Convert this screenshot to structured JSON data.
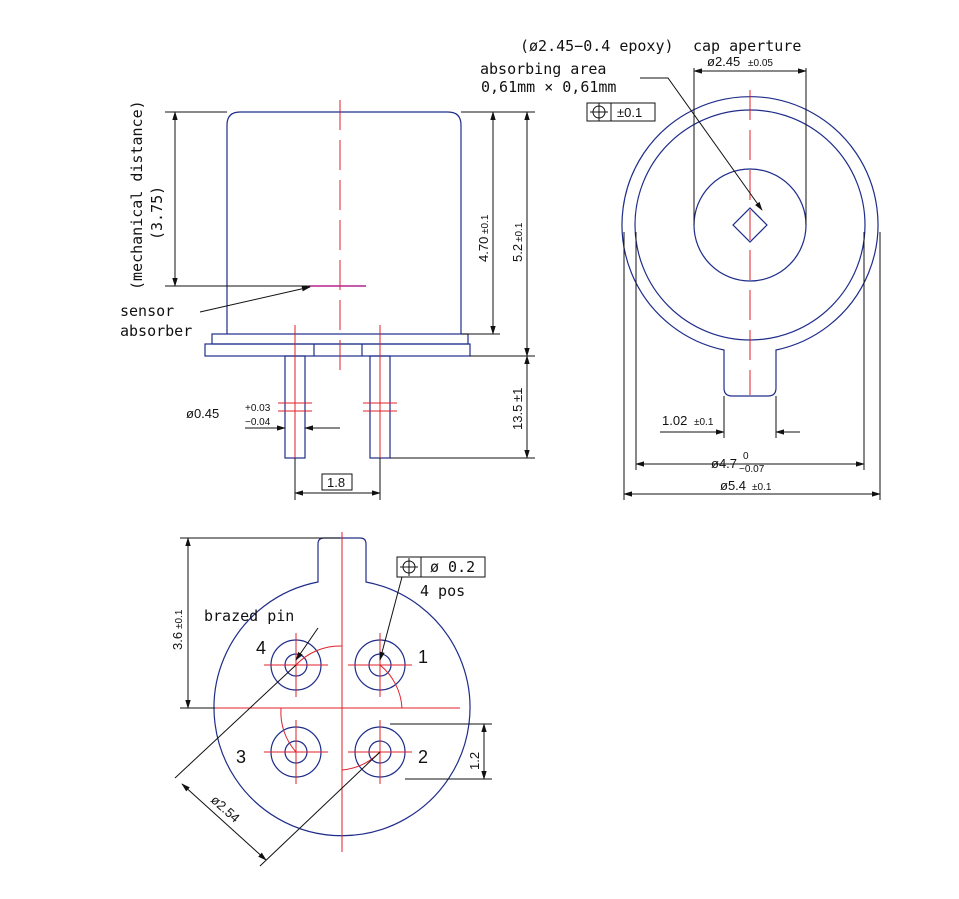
{
  "side_view": {
    "mechanical_distance_line1": "(mechanical distance)",
    "mechanical_distance_line2": "(3.75)",
    "sensor_label_line1": "sensor",
    "sensor_label_line2": "absorber",
    "dim_height_cap": "4.70",
    "dim_height_cap_tol": "±0.1",
    "dim_height_total": "5.2",
    "dim_height_total_tol": "±0.1",
    "dim_pin_length": "13.5",
    "dim_pin_length_tol": "±1",
    "dim_pin_diameter": "ø0.45",
    "dim_pin_diameter_tol_upper": "+0.03",
    "dim_pin_diameter_tol_lower": "−0.04",
    "dim_pin_spacing": "1.8"
  },
  "top_view": {
    "epoxy_note": "(ø2.45−0.4 epoxy)",
    "cap_aperture_label": "cap aperture",
    "absorbing_area_line1": "absorbing area",
    "absorbing_area_line2": "0,61mm × 0,61mm",
    "position_tolerance": "±0.1",
    "dim_aperture": "ø2.45",
    "dim_aperture_tol": "±0.05",
    "dim_tab_width": "1.02",
    "dim_tab_width_tol": "±0.1",
    "dim_cap_diameter": "ø4.7",
    "dim_cap_diameter_tol_upper": "0",
    "dim_cap_diameter_tol_lower": "−0.07",
    "dim_flange_diameter": "ø5.4",
    "dim_flange_diameter_tol": "±0.1"
  },
  "bottom_view": {
    "brazed_pin_label": "brazed pin",
    "position_tolerance": "ø 0.2",
    "positions_note": "4 pos",
    "dim_height": "3.6",
    "dim_height_tol": "±0.1",
    "dim_pitch_circle": "ø2.54",
    "dim_pin_pitch": "1.2",
    "pin_numbers": [
      "1",
      "2",
      "3",
      "4"
    ]
  }
}
